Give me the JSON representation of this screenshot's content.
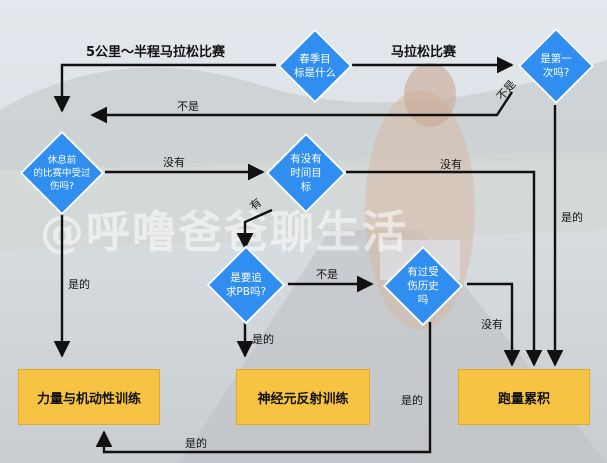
{
  "watermark": "@呼噜爸爸聊生活",
  "nodes": {
    "spring_goal": "春季目\n标是什么",
    "first_time": "是第一\n次吗?",
    "injured_before_rest": "休息前\n的比赛中受过\n伤吗?",
    "has_time_goal": "有没有\n时间目\n标",
    "pursue_pb": "是要追\n求PB吗?",
    "injury_history": "有过受\n伤历史\n吗"
  },
  "boxes": {
    "strength": "力量与机动性训练",
    "neural": "神经元反射训练",
    "mileage": "跑量累积"
  },
  "edge_labels": {
    "half_marathon": "5公里～半程马拉松比赛",
    "marathon": "马拉松比赛",
    "not_yes_1": "不是",
    "not_yes_2": "不是",
    "no_1": "没有",
    "no_2": "没有",
    "yes_have": "有",
    "yes_1": "是的",
    "yes_2": "是的",
    "yes_3": "是的",
    "not_yes_3": "不是",
    "no_3": "没有",
    "yes_4": "是的",
    "yes_5": "是的"
  },
  "colors": {
    "diamond": "#2f8ef0",
    "box": "#f6c342",
    "arrow": "#111111"
  }
}
